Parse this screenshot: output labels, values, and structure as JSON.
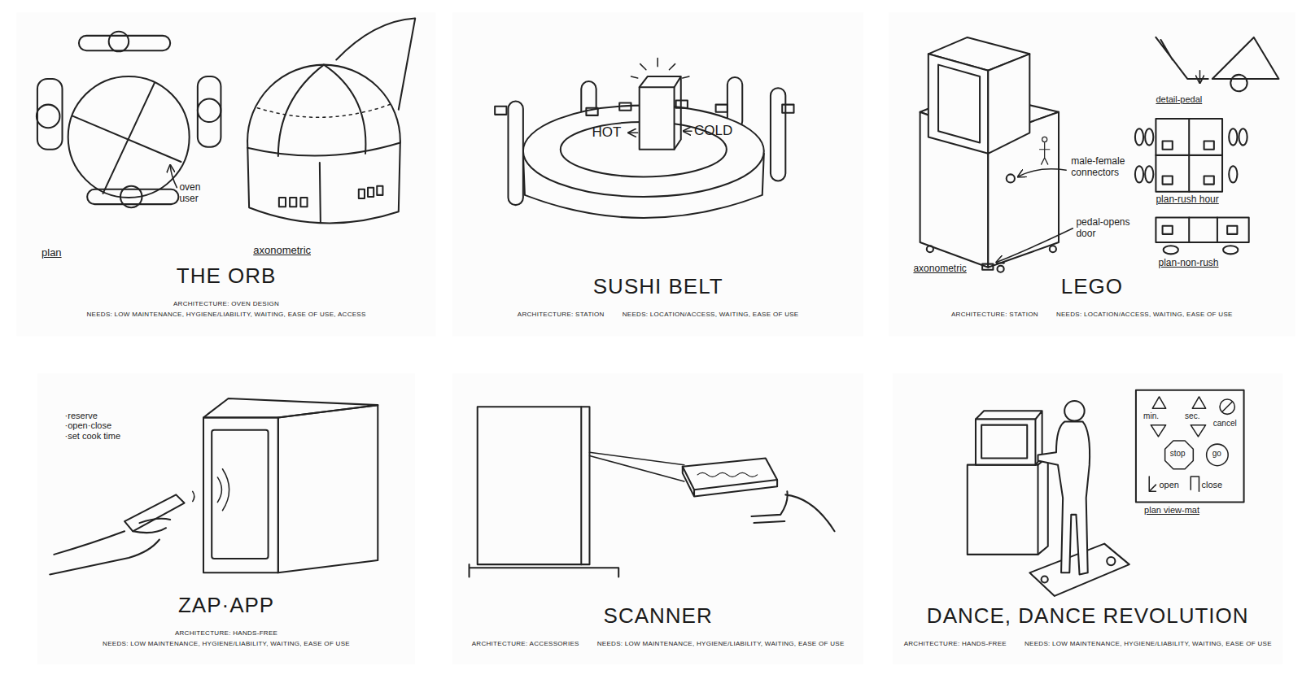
{
  "diagram": {
    "nodes": [
      {
        "text": [
          "THE ORB",
          "ARCHITECTURE: OVEN DESIGN",
          "NEEDS: LOW MAINTENANCE, HYGIENE/LIABILITY, WAITING, EASE OF USE, ACCESS"
        ]
      },
      {
        "text": [
          "SUSHI BELT",
          "ARCHITECTURE: STATION",
          "NEEDS: LOCATION/ACCESS, WAITING, EASE OF USE"
        ]
      },
      {
        "text": [
          "LEGO",
          "ARCHITECTURE: STATION",
          "NEEDS: LOCATION/ACCESS, WAITING, EASE OF USE"
        ]
      },
      {
        "text": [
          "ZAP·APP",
          "ARCHITECTURE: HANDS-FREE",
          "NEEDS: LOW MAINTENANCE, HYGIENE/LIABILITY, WAITING, EASE OF USE"
        ]
      },
      {
        "text": [
          "SCANNER",
          "ARCHITECTURE: ACCESSORIES",
          "NEEDS: LOW MAINTENANCE, HYGIENE/LIABILITY, WAITING, EASE OF USE"
        ]
      },
      {
        "text": [
          "DANCE, DANCE REVOLUTION",
          "ARCHITECTURE: HANDS-FREE",
          "NEEDS: LOW MAINTENANCE, HYGIENE/LIABILITY, WAITING, EASE OF USE"
        ]
      }
    ],
    "labels": [
      "oven user",
      "plan",
      "axonometric",
      "HOT",
      "COLD",
      "male-female connectors",
      "pedal-opens door",
      "axonometric",
      "detail-pedal",
      "plan-rush hour",
      "plan-non-rush",
      "·reserve",
      "·open·close",
      "·set cook time",
      "min.",
      "sec.",
      "cancel",
      "stop",
      "go",
      "open",
      "close",
      "plan view-mat"
    ]
  }
}
